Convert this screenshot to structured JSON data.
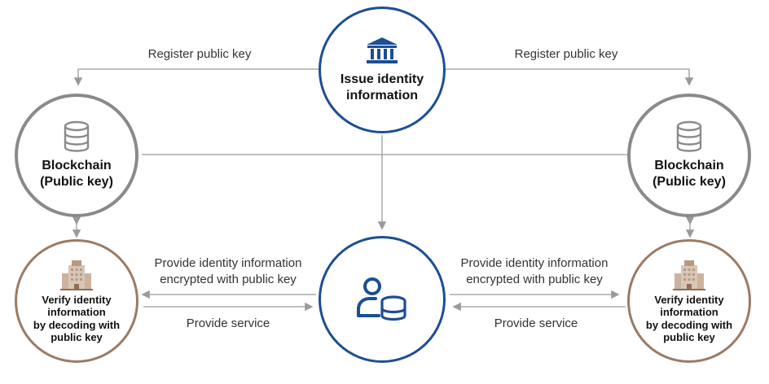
{
  "issuer": {
    "label_line1": "Issue identity",
    "label_line2": "information",
    "icon": "bank-icon"
  },
  "blockchain_left": {
    "label_line1": "Blockchain",
    "label_line2": "(Public key)",
    "icon": "database-icon"
  },
  "blockchain_right": {
    "label_line1": "Blockchain",
    "label_line2": "(Public key)",
    "icon": "database-icon"
  },
  "verifier_left": {
    "lines": [
      "Verify identity",
      "information",
      "by decoding with",
      "public key"
    ],
    "icon": "building-icon"
  },
  "verifier_right": {
    "lines": [
      "Verify identity",
      "information",
      "by decoding with",
      "public key"
    ],
    "icon": "building-icon"
  },
  "user": {
    "icon": "user-database-icon"
  },
  "edges": {
    "register_left": "Register public key",
    "register_right": "Register public key",
    "provide_info_left_line1": "Provide identity information",
    "provide_info_left_line2": "encrypted with public key",
    "provide_info_right_line1": "Provide identity information",
    "provide_info_right_line2": "encrypted with public key",
    "service_left": "Provide service",
    "service_right": "Provide service"
  },
  "colors": {
    "blue": "#1c4e94",
    "gray": "#8a8a8a",
    "brown": "#9b7b63",
    "line": "#9a9a9a"
  }
}
